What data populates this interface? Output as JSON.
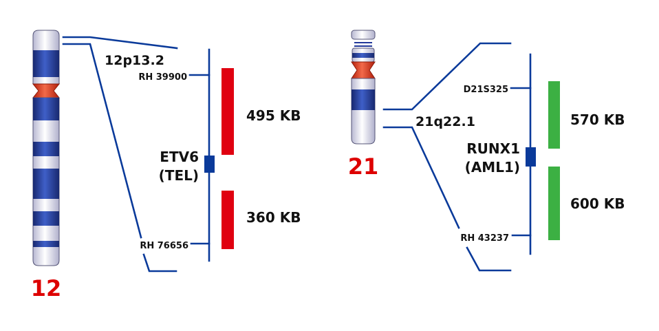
{
  "colors": {
    "line": "#0a3a9a",
    "band_dark": "#22399a",
    "band_light": "#eeeef8",
    "centromere": "#e04a2c",
    "probe_red": "#e00010",
    "probe_green": "#3cb043",
    "gene": "#0a3a9a",
    "chromosome_label": "#dd0000"
  },
  "left_panel": {
    "chromosome_number": "12",
    "band": "12p13.2",
    "marker_top": "RH 39900",
    "marker_bottom": "RH 76656",
    "gene_name": "ETV6",
    "gene_alias": "(TEL)",
    "segment_top_size": "495 KB",
    "segment_bottom_size": "360 KB",
    "probe_color": "red"
  },
  "right_panel": {
    "chromosome_number": "21",
    "band": "21q22.1",
    "marker_top": "D21S325",
    "marker_bottom": "RH 43237",
    "gene_name": "RUNX1",
    "gene_alias": "(AML1)",
    "segment_top_size": "570 KB",
    "segment_bottom_size": "600 KB",
    "probe_color": "green"
  }
}
